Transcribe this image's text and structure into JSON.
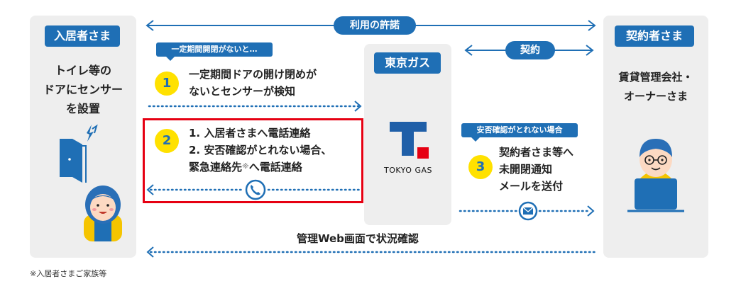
{
  "tenant": {
    "badge": "入居者さま",
    "line1": "トイレ等の",
    "line2": "ドアにセンサー",
    "line3": "を設置"
  },
  "gas": {
    "badge": "東京ガス",
    "logo_text": "TOKYO GAS"
  },
  "contractor": {
    "badge": "契約者さま",
    "line1": "賃貸管理会社・",
    "line2": "オーナーさま"
  },
  "top_pill": "利用の許諾",
  "contract_pill": "契約",
  "tag1": "一定期間開閉がないと…",
  "tag3": "安否確認がとれない場合",
  "step1": {
    "num": "1",
    "line1": "一定期間ドアの開け閉めが",
    "line2": "ないとセンサーが検知"
  },
  "step2": {
    "num": "2",
    "line1": "1. 入居者さまへ電話連絡",
    "line2": "2. 安否確認がとれない場合、",
    "line3a": "緊急連絡先",
    "line3b": "※",
    "line3c": "へ電話連絡"
  },
  "step3": {
    "num": "3",
    "line1": "契約者さま等へ",
    "line2": "未開閉通知",
    "line3": "メールを送付"
  },
  "bottom_text": "管理Web画面で状況確認",
  "footnote": "※入居者さまご家族等",
  "colors": {
    "brand_blue": "#1f6fb5",
    "yellow": "#ffe100",
    "highlight_red": "#e60012",
    "panel_gray": "#eeeeee",
    "dotted_blue": "#1f6fb5"
  },
  "icons": [
    "door-sensor-icon",
    "resident-icon",
    "tokyo-gas-logo-icon",
    "phone-icon",
    "mail-icon",
    "contractor-person-icon"
  ]
}
